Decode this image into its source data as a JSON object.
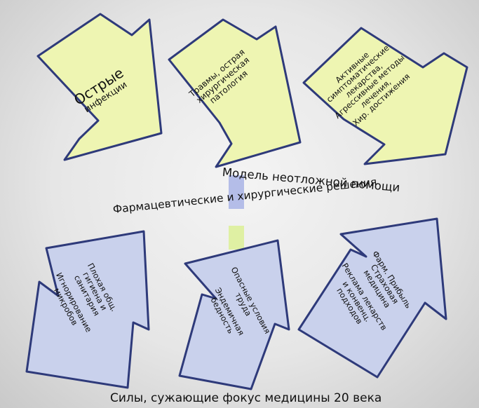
{
  "colors": {
    "top_arrow_fill": "#eef5b2",
    "top_arrow_stroke": "#2e3a7a",
    "bottom_arrow_fill": "#c9d1ec",
    "bottom_arrow_stroke": "#2e3a7a",
    "connector_blue": "#b4bde8",
    "connector_green": "#dff0a3"
  },
  "top_arrows": [
    {
      "name": "acute-infections",
      "lines": [
        "Острые",
        "инфекции"
      ]
    },
    {
      "name": "trauma-surgical",
      "lines": [
        "Травмы, острая",
        "хирургическая",
        "патология"
      ]
    },
    {
      "name": "active-treatment",
      "lines": [
        "Активные",
        "симптоматические",
        "лекарства,",
        "Агрессивные методы",
        "лечения,",
        "Хир. достижения"
      ]
    }
  ],
  "middle": {
    "model_label": "Модель неотложной помощи",
    "solutions_label": "Фармацевтические и хирургические решения"
  },
  "bottom_arrows": [
    {
      "name": "hygiene",
      "group1": [
        "Плохая общ.",
        "гигиена и",
        "санитария"
      ],
      "group2": [
        "Игнорирование",
        "микробов"
      ]
    },
    {
      "name": "conditions",
      "group1": [
        "Опасные условия",
        "труда"
      ],
      "group2": [
        "Эндемичная",
        "бедность"
      ]
    },
    {
      "name": "pharma",
      "group1": [
        "Фарм. Прибыль",
        "Страховая",
        "медицина"
      ],
      "group2": [
        "Реклама лекарств",
        "и конвенц.",
        "подходов"
      ]
    }
  ],
  "footer": "Силы, сужающие фокус медицины 20 века"
}
